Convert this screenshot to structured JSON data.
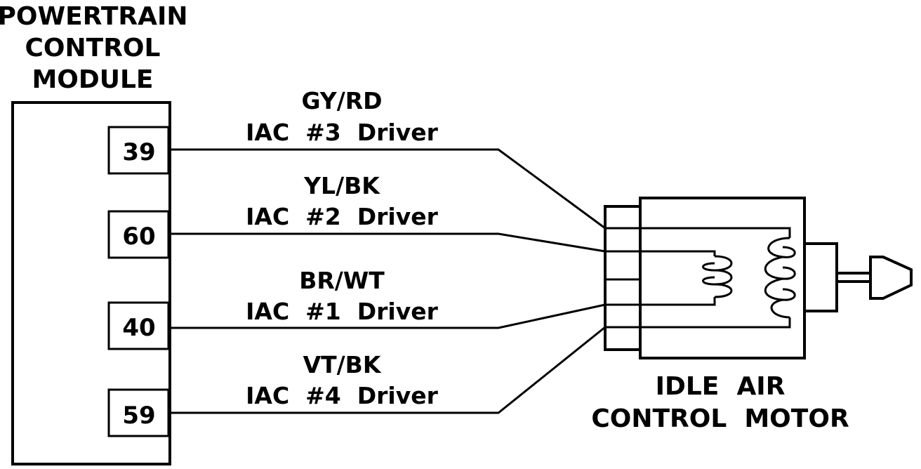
{
  "module": {
    "title_lines": [
      "POWERTRAIN",
      "CONTROL",
      "MODULE"
    ]
  },
  "pins": [
    {
      "number": "39",
      "color": "GY/RD",
      "function": "IAC  #3  Driver"
    },
    {
      "number": "60",
      "color": "YL/BK",
      "function": "IAC  #2  Driver"
    },
    {
      "number": "40",
      "color": "BR/WT",
      "function": "IAC  #1  Driver"
    },
    {
      "number": "59",
      "color": "VT/BK",
      "function": "IAC  #4  Driver"
    }
  ],
  "motor": {
    "label_lines": [
      "IDLE  AIR",
      "CONTROL  MOTOR"
    ]
  }
}
